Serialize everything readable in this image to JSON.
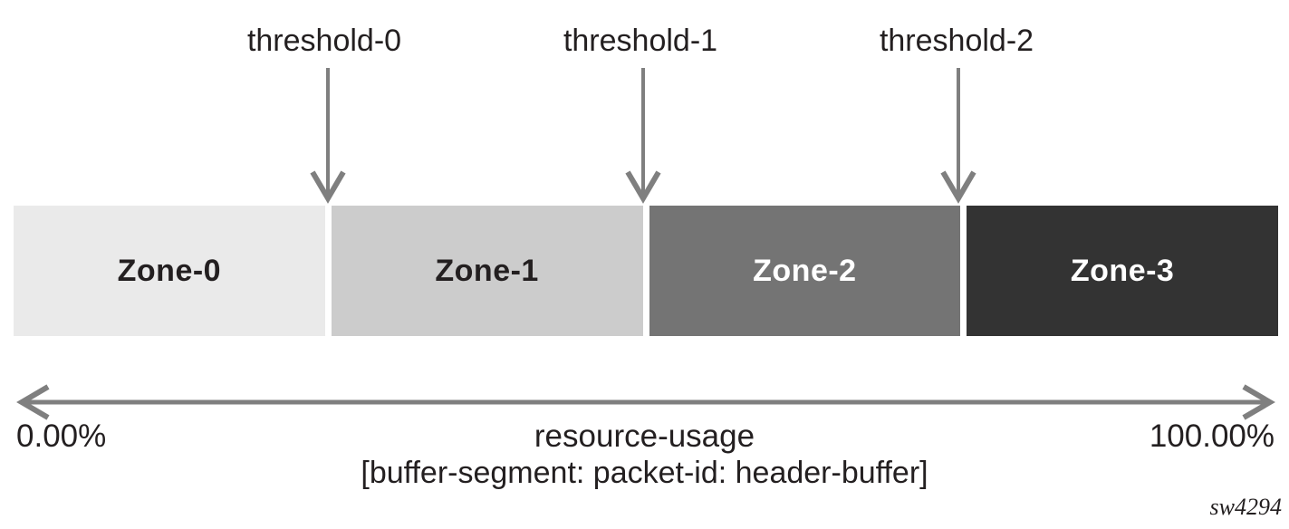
{
  "figure": {
    "thresholds": [
      {
        "label": "threshold-0"
      },
      {
        "label": "threshold-1"
      },
      {
        "label": "threshold-2"
      }
    ],
    "zones": [
      {
        "label": "Zone-0",
        "bg": "#eaeaea",
        "fg": "#231f20"
      },
      {
        "label": "Zone-1",
        "bg": "#cccccc",
        "fg": "#231f20"
      },
      {
        "label": "Zone-2",
        "bg": "#747474",
        "fg": "#ffffff"
      },
      {
        "label": "Zone-3",
        "bg": "#333333",
        "fg": "#ffffff"
      }
    ],
    "axis": {
      "min_label": "0.00%",
      "max_label": "100.00%",
      "title": "resource-usage",
      "subtitle": "[buffer-segment: packet-id: header-buffer]"
    },
    "watermark": "sw4294",
    "colors": {
      "arrow": "#7f7f7f",
      "text": "#231f20"
    }
  }
}
